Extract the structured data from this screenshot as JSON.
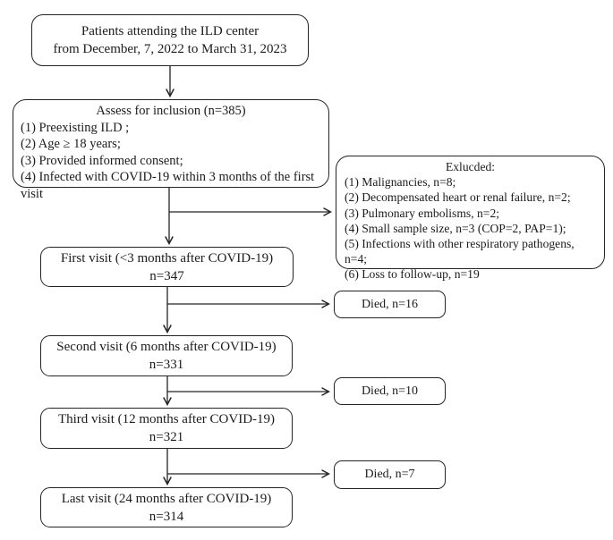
{
  "diagram": {
    "boxes": {
      "patients": {
        "line1": "Patients attending the ILD center",
        "line2": "from December, 7, 2022 to March 31, 2023"
      },
      "assess": {
        "title": "Assess for inclusion (n=385)",
        "items": [
          "(1) Preexisting ILD ;",
          "(2) Age ≥ 18 years;",
          "(3) Provided informed consent;",
          "(4) Infected with COVID-19 within 3 months of the first visit"
        ]
      },
      "excluded": {
        "title": "Exlucded:",
        "items": [
          "(1) Malignancies, n=8;",
          "(2) Decompensated heart or renal failure, n=2;",
          "(3) Pulmonary embolisms, n=2;",
          "(4) Small sample size, n=3 (COP=2, PAP=1);",
          "(5) Infections with other respiratory pathogens, n=4;",
          "(6) Loss to follow-up, n=19"
        ]
      },
      "first_visit": {
        "line1": "First visit (<3 months after COVID-19)",
        "line2": "n=347"
      },
      "died_after_first": {
        "label": "Died, n=16"
      },
      "second_visit": {
        "line1": "Second visit (6 months after COVID-19)",
        "line2": "n=331"
      },
      "died_after_second": {
        "label": "Died, n=10"
      },
      "third_visit": {
        "line1": "Third visit (12 months after COVID-19)",
        "line2": "n=321"
      },
      "died_after_third": {
        "label": "Died, n=7"
      },
      "last_visit": {
        "line1": "Last visit (24 months after COVID-19)",
        "line2": "n=314"
      }
    },
    "colors": {
      "line": "#242424",
      "text": "#1b1b1b",
      "background": "#ffffff"
    }
  }
}
